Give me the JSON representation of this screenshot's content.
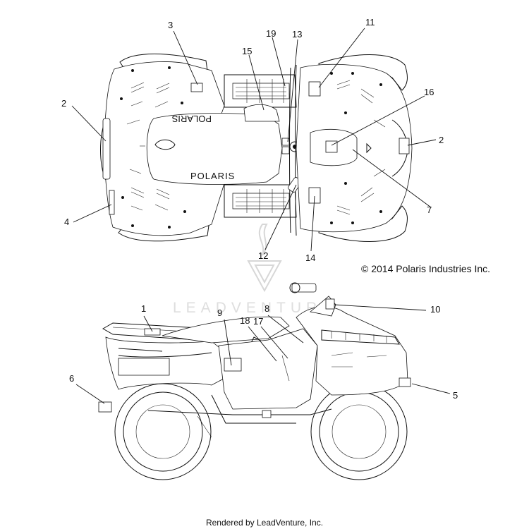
{
  "diagram": {
    "copyright": "© 2014 Polaris Industries Inc.",
    "rendered_by": "Rendered by LeadVenture, Inc.",
    "watermark": "LEADVENTURE",
    "fender_logo": "POLARIS",
    "fender_logo_mirrored": "POLARIS",
    "callouts": [
      "1",
      "2",
      "2",
      "3",
      "4",
      "5",
      "6",
      "7",
      "8",
      "9",
      "10",
      "11",
      "12",
      "13",
      "14",
      "15",
      "16",
      "17",
      "18",
      "19"
    ]
  }
}
